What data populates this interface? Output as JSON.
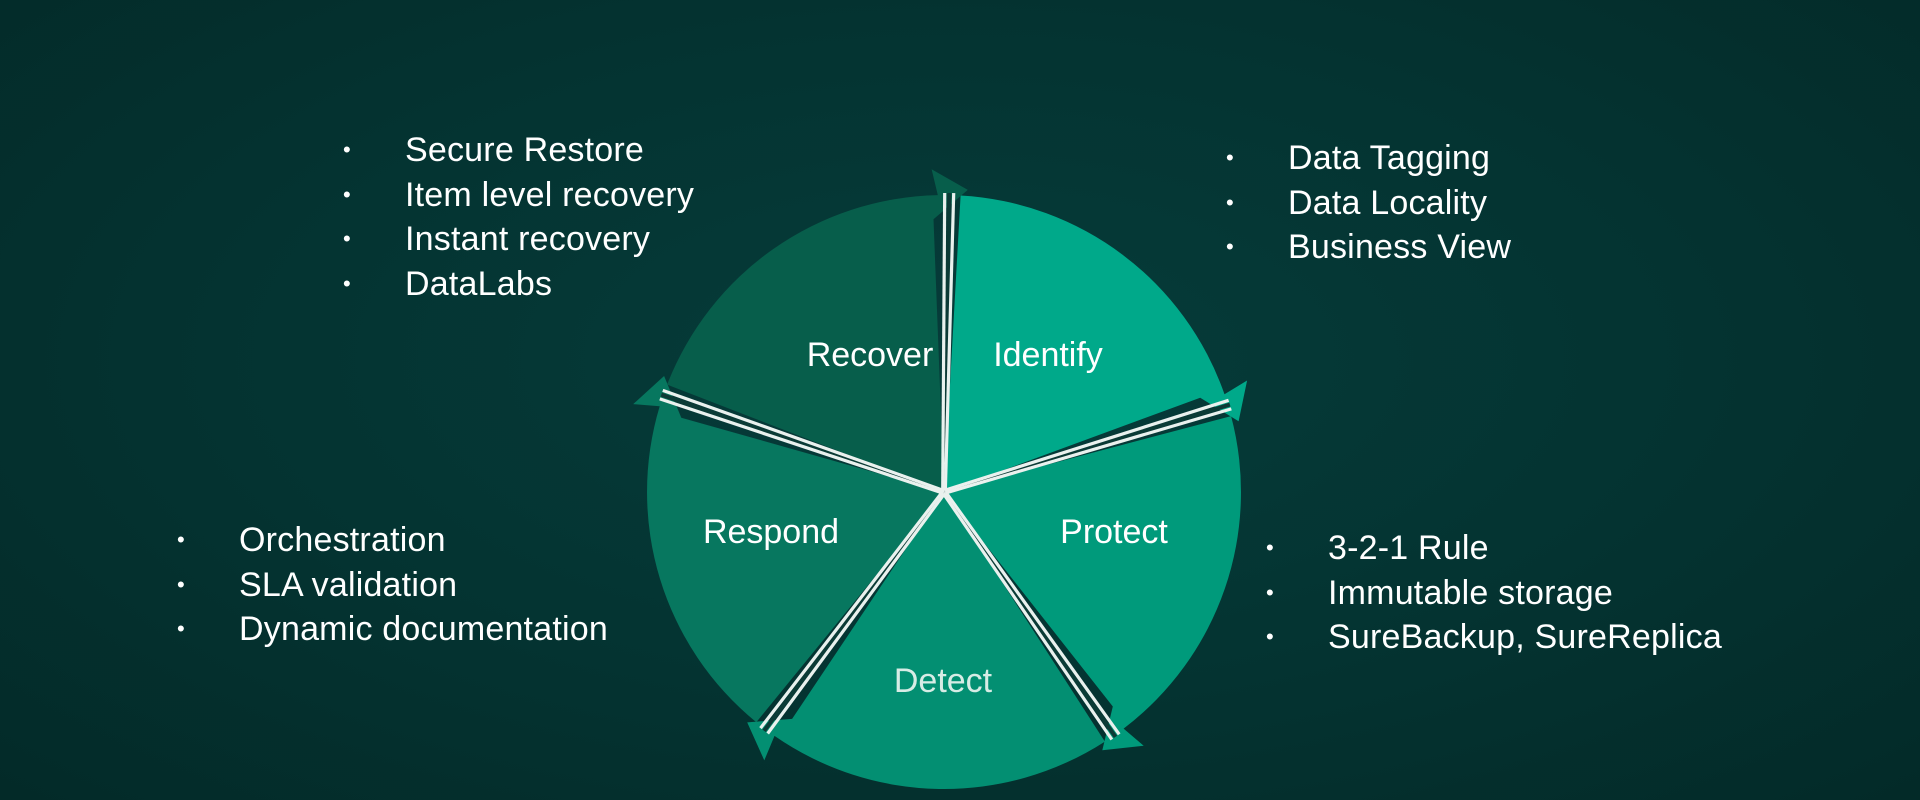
{
  "colors": {
    "background": "#043331",
    "identify": "#00a98a",
    "protect": "#009a7b",
    "detect": "#038f72",
    "respond": "#07775f",
    "recover": "#075e4b",
    "separator": "#e9f1ee",
    "text": "#ffffff"
  },
  "wheel": {
    "segments": [
      {
        "id": "identify",
        "label": "Identify"
      },
      {
        "id": "protect",
        "label": "Protect"
      },
      {
        "id": "detect",
        "label": "Detect"
      },
      {
        "id": "respond",
        "label": "Respond"
      },
      {
        "id": "recover",
        "label": "Recover"
      }
    ]
  },
  "lists": {
    "recover": [
      "Secure Restore",
      "Item level recovery",
      "Instant recovery",
      "DataLabs"
    ],
    "identify": [
      "Data Tagging",
      "Data Locality",
      "Business View"
    ],
    "respond": [
      "Orchestration",
      "SLA validation",
      "Dynamic documentation"
    ],
    "protect": [
      "3-2-1 Rule",
      "Immutable storage",
      "SureBackup, SureReplica"
    ]
  },
  "bullet_glyph": "•"
}
